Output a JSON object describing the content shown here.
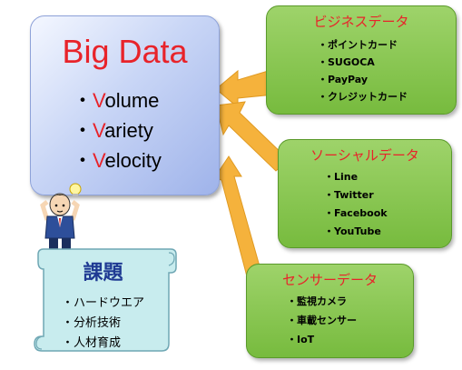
{
  "big_data": {
    "title": "Big Data",
    "items": [
      {
        "bullet": "・",
        "initial": "V",
        "rest": "olume"
      },
      {
        "bullet": "・",
        "initial": "V",
        "rest": "ariety"
      },
      {
        "bullet": "・",
        "initial": "V",
        "rest": "elocity"
      }
    ]
  },
  "business": {
    "title": "ビジネスデータ",
    "items": [
      "・ポイントカード",
      "・SUGOCA",
      "・PayPay",
      "・クレジットカード"
    ]
  },
  "social": {
    "title": "ソーシャルデータ",
    "items": [
      "・Line",
      "・Twitter",
      "・Facebook",
      "・YouTube"
    ]
  },
  "sensor": {
    "title": "センサーデータ",
    "items": [
      "・監視カメラ",
      "・車載センサー",
      "・IoT"
    ]
  },
  "issues": {
    "title": "課題",
    "items": [
      "・ハードウエア",
      "・分析技術",
      "・人材育成"
    ]
  },
  "colors": {
    "red_text": "#e8232a",
    "green_box": "#86c44f",
    "arrow": "#f5b23c",
    "blue_box": "#b5c5f0",
    "scroll": "#c8ecee"
  }
}
